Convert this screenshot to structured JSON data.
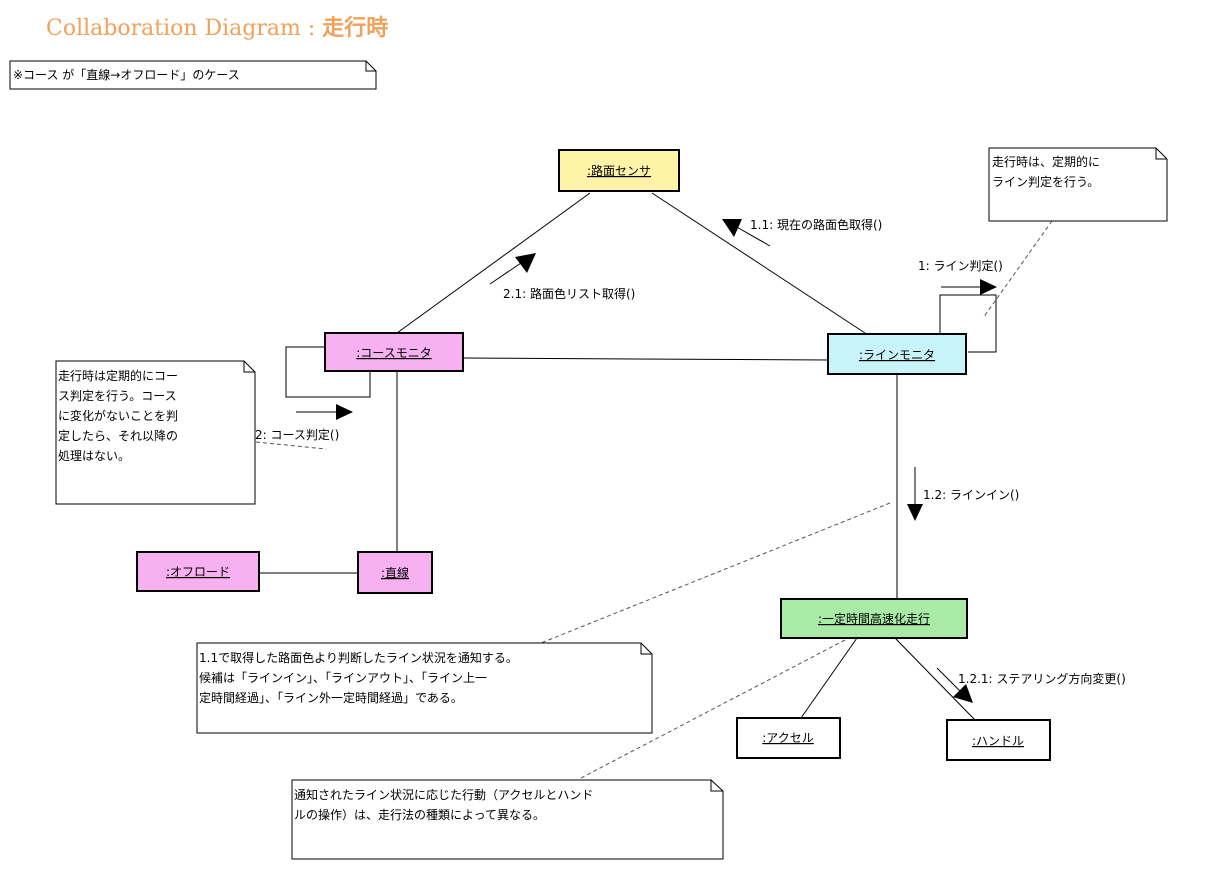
{
  "title": {
    "prefix": "Collaboration Diagram",
    "sep": " : ",
    "name": "走行時"
  },
  "case_note": "※コース が「直線→オフロード」のケース",
  "objects": [
    {
      "id": "road-sensor",
      "label": ":路面センサ",
      "fill": "#fff3a8"
    },
    {
      "id": "course-monitor",
      "label": ":コースモニタ",
      "fill": "#f7b0f0"
    },
    {
      "id": "line-monitor",
      "label": ":ラインモニタ",
      "fill": "#c8f4f9"
    },
    {
      "id": "offroad",
      "label": ":オフロード",
      "fill": "#f7b0f0"
    },
    {
      "id": "straight",
      "label": ":直線",
      "fill": "#f7b0f0"
    },
    {
      "id": "constant-speed",
      "label": ":一定時間高速化走行",
      "fill": "#a8eaa6"
    },
    {
      "id": "accel",
      "label": ":アクセル",
      "fill": "#ffffff"
    },
    {
      "id": "handle",
      "label": ":ハンドル",
      "fill": "#ffffff"
    }
  ],
  "messages": [
    {
      "id": "msg-1-1",
      "label": "1.1: 現在の路面色取得()"
    },
    {
      "id": "msg-1",
      "label": "1: ライン判定()"
    },
    {
      "id": "msg-2-1",
      "label": "2.1: 路面色リスト取得()"
    },
    {
      "id": "msg-2",
      "label": "2: コース判定()"
    },
    {
      "id": "msg-1-2",
      "label": "1.2: ラインイン()"
    },
    {
      "id": "msg-1-2-1",
      "label": "1.2.1: ステアリング方向変更()"
    }
  ],
  "notes": [
    {
      "id": "note-line-judge",
      "lines": [
        "走行時は、定期的に",
        "ライン判定を行う。"
      ]
    },
    {
      "id": "note-course-judge",
      "lines": [
        "走行時は定期的にコー",
        "ス判定を行う。コース",
        "に変化がないことを判",
        "定したら、それ以降の",
        "処理はない。"
      ]
    },
    {
      "id": "note-line-status",
      "lines": [
        "1.1で取得した路面色より判断したライン状況を通知する。",
        "候補は「ラインイン」、「ラインアウト」、「ライン上一",
        "定時間経過」、「ライン外一定時間経過」である。"
      ]
    },
    {
      "id": "note-action",
      "lines": [
        "通知されたライン状況に応じた行動（アクセルとハンド",
        "ルの操作）は、走行法の種類によって異なる。"
      ]
    }
  ]
}
